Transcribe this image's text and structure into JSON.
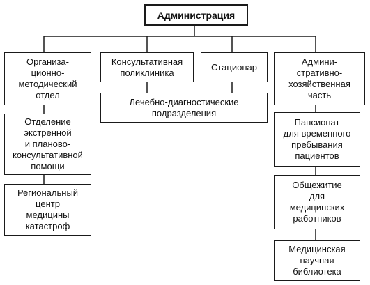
{
  "nodes": {
    "admin": "Администрация",
    "org_method": "Организа-\nционно-\nметодический\nотдел",
    "consult_clinic": "Консультативная\nполиклиника",
    "hospital": "Стационар",
    "admin_household": "Админи-\nстративно-\nхозяйственная\nчасть",
    "treatment_diag": "Лечебно-диагностические\nподразделения",
    "emergency_dept": "Отделение\nэкстренной\nи планово-\nконсультативной\nпомощи",
    "disaster_center": "Региональный\nцентр\nмедицины\nкатастроф",
    "pension": "Пансионат\nдля временного\nпребывания\nпациентов",
    "dormitory": "Общежитие\nдля\nмедицинских\nработников",
    "library": "Медицинская\nнаучная\nбиблиотека"
  }
}
